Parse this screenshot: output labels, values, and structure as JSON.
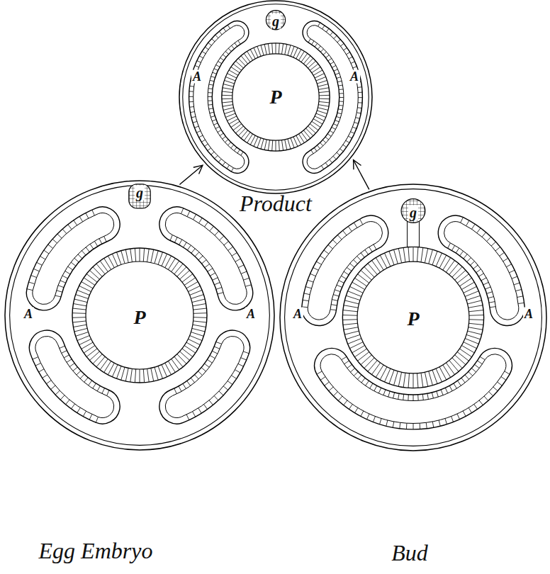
{
  "diagram": {
    "nodes": [
      {
        "text": [
          "Product"
        ]
      },
      {
        "text": [
          "Egg Embryo"
        ]
      },
      {
        "text": [
          "Bud"
        ]
      }
    ],
    "edges": [
      {
        "from": 1,
        "to": 0,
        "arrow": "to"
      },
      {
        "from": 2,
        "to": 0,
        "arrow": "to"
      }
    ],
    "labels": [
      "g",
      "A",
      "P",
      "A",
      "g",
      "A",
      "P",
      "A",
      "g",
      "A",
      "P",
      "A"
    ]
  }
}
